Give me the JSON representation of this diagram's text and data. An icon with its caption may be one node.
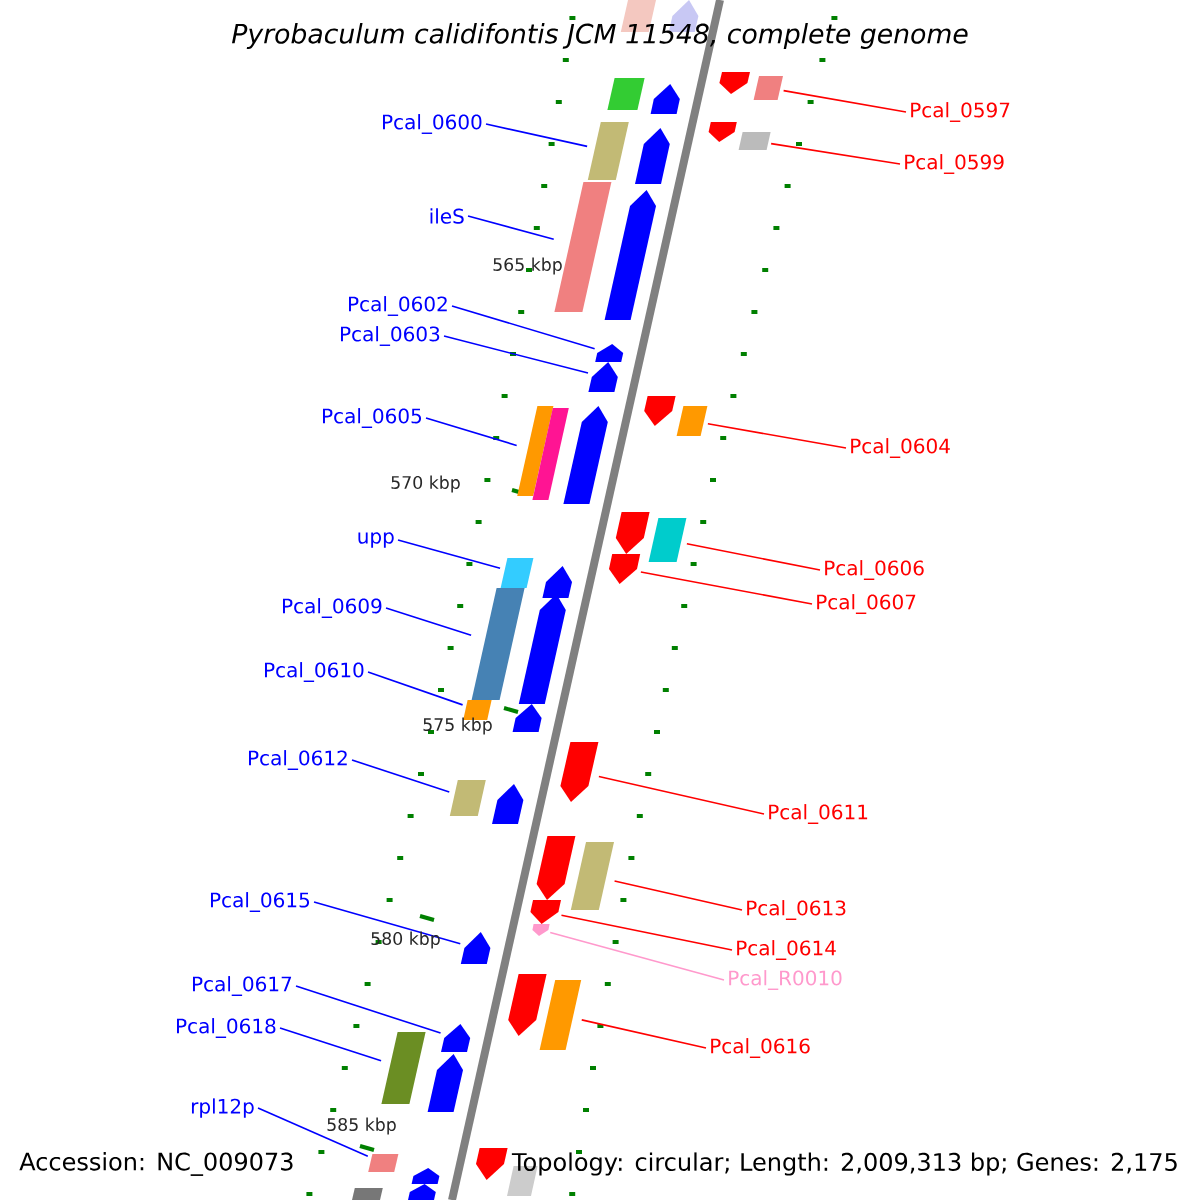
{
  "diagram": {
    "title": "Pyrobaculum calidifontis JCM 11548, complete genome",
    "nodes": [
      {
        "text": [
          "Pcal_0600"
        ]
      },
      {
        "text": [
          "ileS"
        ]
      },
      {
        "text": [
          "Pcal_0602"
        ]
      },
      {
        "text": [
          "Pcal_0603"
        ]
      },
      {
        "text": [
          "Pcal_0605"
        ]
      },
      {
        "text": [
          "upp"
        ]
      },
      {
        "text": [
          "Pcal_0609"
        ]
      },
      {
        "text": [
          "Pcal_0610"
        ]
      },
      {
        "text": [
          "Pcal_0612"
        ]
      },
      {
        "text": [
          "Pcal_0615"
        ]
      },
      {
        "text": [
          "Pcal_0617"
        ]
      },
      {
        "text": [
          "Pcal_0618"
        ]
      },
      {
        "text": [
          "rpl12p"
        ]
      },
      {
        "text": [
          "Pcal_0597"
        ]
      },
      {
        "text": [
          "Pcal_0599"
        ]
      },
      {
        "text": [
          "Pcal_0604"
        ]
      },
      {
        "text": [
          "Pcal_0606"
        ]
      },
      {
        "text": [
          "Pcal_0607"
        ]
      },
      {
        "text": [
          "Pcal_0611"
        ]
      },
      {
        "text": [
          "Pcal_0613"
        ]
      },
      {
        "text": [
          "Pcal_0614"
        ]
      },
      {
        "text": [
          "Pcal_R0010"
        ]
      },
      {
        "text": [
          "Pcal_0616"
        ]
      },
      {
        "text": [],
        "shape": "box"
      },
      {
        "text": [],
        "shape": "pentagon"
      },
      {
        "text": [],
        "shape": "pentagon"
      },
      {
        "text": [],
        "shape": "box"
      },
      {
        "text": [],
        "shape": "box"
      },
      {
        "text": [],
        "shape": "pentagon"
      },
      {
        "text": [],
        "shape": "pentagon"
      },
      {
        "text": [],
        "shape": "box"
      },
      {
        "text": [],
        "shape": "pentagon"
      },
      {
        "text": [],
        "shape": "box"
      },
      {
        "text": [],
        "shape": "pentagon"
      },
      {
        "text": [],
        "shape": "box"
      },
      {
        "text": [],
        "shape": "pentagon"
      },
      {
        "text": [],
        "shape": "pentagon"
      },
      {
        "text": [],
        "shape": "pentagon"
      },
      {
        "text": [],
        "shape": "pentagon"
      },
      {
        "text": [],
        "shape": "box"
      },
      {
        "text": [],
        "shape": "box"
      },
      {
        "text": [],
        "shape": "box"
      },
      {
        "text": [],
        "shape": "pentagon"
      },
      {
        "text": [],
        "shape": "box"
      },
      {
        "text": [],
        "shape": "pentagon"
      },
      {
        "text": [],
        "shape": "box"
      },
      {
        "text": [],
        "shape": "pentagon"
      },
      {
        "text": [],
        "shape": "box"
      },
      {
        "text": [],
        "shape": "pentagon"
      },
      {
        "text": [],
        "shape": "box"
      },
      {
        "text": [],
        "shape": "pentagon"
      },
      {
        "text": [],
        "shape": "pentagon"
      },
      {
        "text": [],
        "shape": "box"
      },
      {
        "text": [],
        "shape": "pentagon"
      },
      {
        "text": [],
        "shape": "pentagon"
      },
      {
        "text": [],
        "shape": "box"
      },
      {
        "text": [],
        "shape": "pentagon"
      },
      {
        "text": [],
        "shape": "pentagon"
      },
      {
        "text": [],
        "shape": "pentagon"
      },
      {
        "text": [],
        "shape": "pentagon"
      },
      {
        "text": [],
        "shape": "box"
      },
      {
        "text": [],
        "shape": "pentagon"
      },
      {
        "text": [],
        "shape": "box"
      },
      {
        "text": [],
        "shape": "pentagon"
      },
      {
        "text": [],
        "shape": "pentagon"
      },
      {
        "text": [],
        "shape": "box"
      },
      {
        "text": [],
        "shape": "box"
      },
      {
        "text": [],
        "shape": "pentagon"
      },
      {
        "text": [],
        "shape": "pentagon"
      },
      {
        "text": [],
        "shape": "box"
      }
    ],
    "edges": [
      {
        "from": 0,
        "to": 30,
        "arrow": "none"
      },
      {
        "from": 1,
        "to": 34,
        "arrow": "none"
      },
      {
        "from": 2,
        "to": 35,
        "arrow": "none"
      },
      {
        "from": 3,
        "to": 36,
        "arrow": "none"
      },
      {
        "from": 4,
        "to": 39,
        "arrow": "none"
      },
      {
        "from": 5,
        "to": 45,
        "arrow": "none"
      },
      {
        "from": 6,
        "to": 47,
        "arrow": "none"
      },
      {
        "from": 7,
        "to": 49,
        "arrow": "none"
      },
      {
        "from": 8,
        "to": 52,
        "arrow": "none"
      },
      {
        "from": 9,
        "to": 58,
        "arrow": "none"
      },
      {
        "from": 10,
        "to": 61,
        "arrow": "none"
      },
      {
        "from": 11,
        "to": 62,
        "arrow": "none"
      },
      {
        "from": 12,
        "to": 65,
        "arrow": "none"
      },
      {
        "from": 13,
        "to": 26,
        "arrow": "none",
        "color": "#ff0000"
      },
      {
        "from": 14,
        "to": 32,
        "arrow": "none",
        "color": "#ff0000"
      },
      {
        "from": 15,
        "to": 40,
        "arrow": "none",
        "color": "#ff0000"
      },
      {
        "from": 16,
        "to": 43,
        "arrow": "none",
        "color": "#ff0000"
      },
      {
        "from": 17,
        "to": 44,
        "arrow": "none",
        "color": "#ff0000"
      },
      {
        "from": 18,
        "to": 51,
        "arrow": "none",
        "color": "#ff0000"
      },
      {
        "from": 19,
        "to": 55,
        "arrow": "none",
        "color": "#ff0000"
      },
      {
        "from": 20,
        "to": 56,
        "arrow": "none",
        "color": "#ff0000"
      },
      {
        "from": 21,
        "to": 57,
        "arrow": "none",
        "color": "#ff99cc"
      },
      {
        "from": 22,
        "to": 60,
        "arrow": "none",
        "color": "#ff0000"
      }
    ],
    "labels": [
      "565 kbp",
      "570 kbp",
      "575 kbp",
      "580 kbp",
      "585 kbp",
      "Accession: NC_009073",
      "Topology: circular; Length: 2,009,313 bp; Genes: 2,175"
    ]
  }
}
